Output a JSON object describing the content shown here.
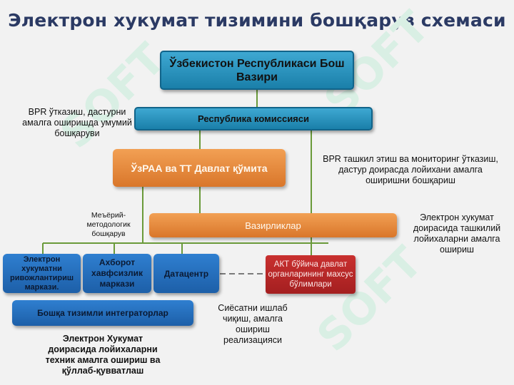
{
  "title": "Электрон хукумат тизимини бошқарув схемаси",
  "watermark": "SOFT",
  "boxes": {
    "prime_minister": "Ўзбекистон Республикаси Бош Вазири",
    "commission": "Республика комиссияси",
    "committee": "ЎзРАА ва ТТ Давлат қўмита",
    "ministries": "Вазирликлар",
    "egov_center": "Электрон хукуматни ривожлантириш маркази.",
    "security_center": "Ахборот хавфсизлик маркази",
    "datacenter": "Датацентр",
    "ict_units": "АКТ бўйича давлат органларининг махсус бўлимлари",
    "integrators": "Бошқа тизимли интеграторлар"
  },
  "notes": {
    "bpr_management": "BPR ўтказиш, дастурни амалга оширишда умумий бошқаруви",
    "bpr_monitoring": "BPR ташкил этиш ва мониторинг ўтказиш, дастур доирасда лойихани амалга оширишни бошқариш",
    "methodology": "Меъёрий-методологик бошқарув",
    "egov_projects": "Электрон хукумат доирасида ташкилий лойихаларни амалга ошириш",
    "policy": "Сиёсатни ишлаб чиқиш, амалга ошириш реализацияси",
    "tech_support": "Электрон Хукумат доирасида лойихаларни техник амалга ошириш ва қўллаб-қувватлаш"
  },
  "colors": {
    "teal": "#1f8ab5",
    "orange": "#e38a3a",
    "blue": "#2470c0",
    "red": "#b52828",
    "connector": "#6a9a3a",
    "title": "#2b3a64"
  }
}
